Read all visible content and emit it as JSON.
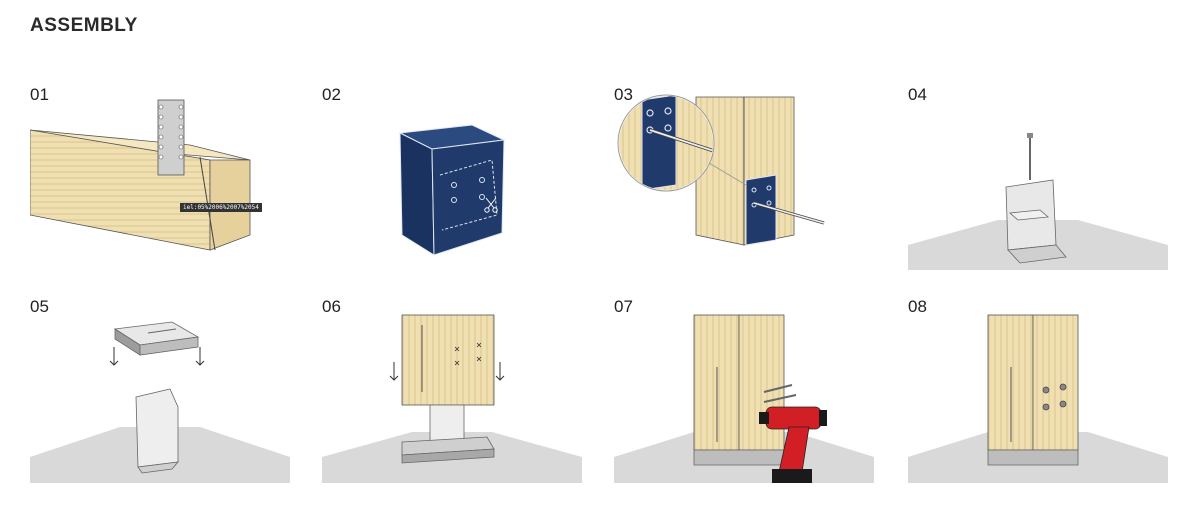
{
  "title": "ASSEMBLY",
  "steps": [
    {
      "number": "01",
      "callout": "iel:05%2006%2007%2054"
    },
    {
      "number": "02"
    },
    {
      "number": "03"
    },
    {
      "number": "04"
    },
    {
      "number": "05"
    },
    {
      "number": "06"
    },
    {
      "number": "07"
    },
    {
      "number": "08"
    }
  ],
  "colors": {
    "wood": "#f0dfb0",
    "wood_grain": "#c9b37e",
    "navy": "#1f3a6b",
    "ground": "#d9d9d9",
    "metal": "#e8e8e8",
    "drill_red": "#d21f26",
    "drill_black": "#1a1a1a"
  }
}
